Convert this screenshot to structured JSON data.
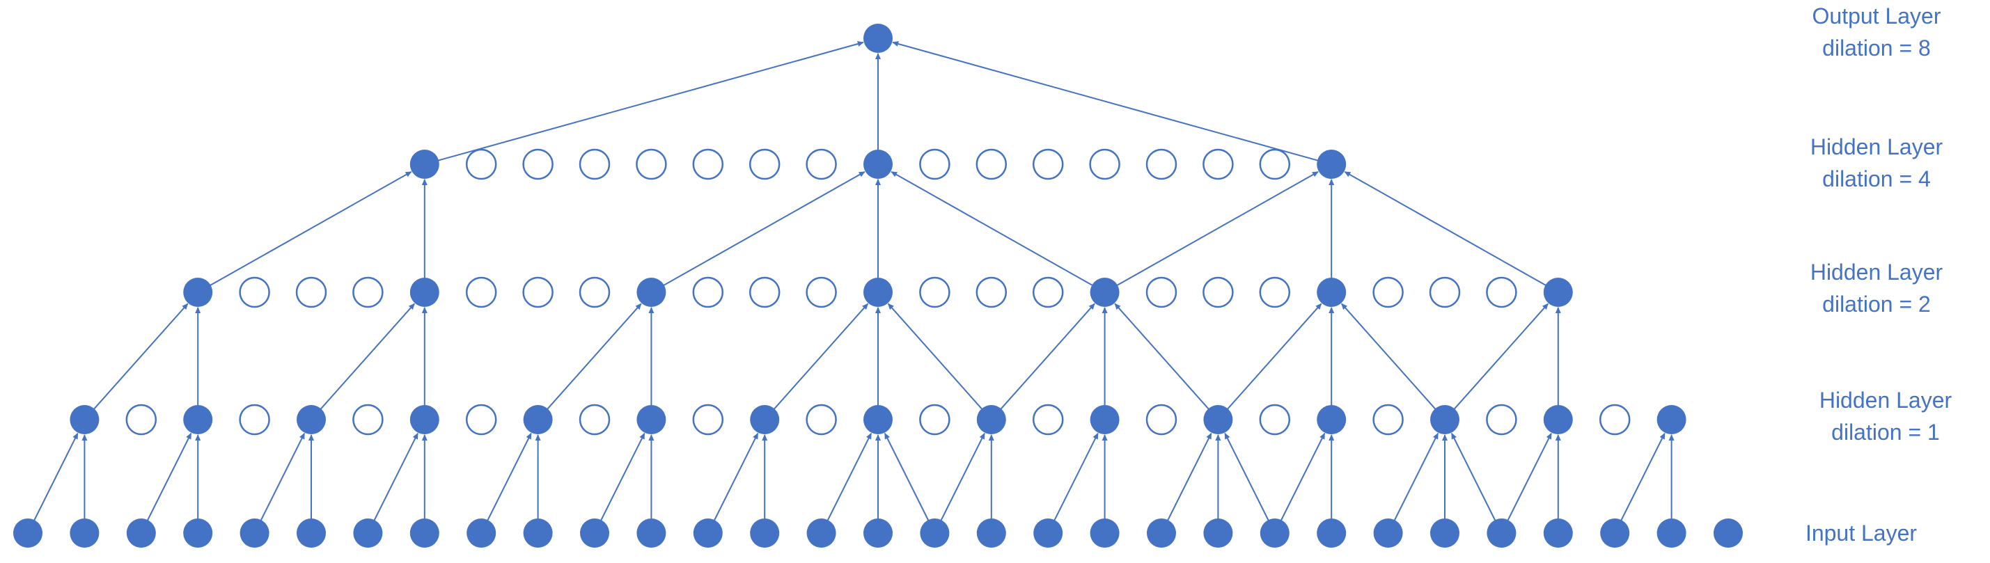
{
  "colors": {
    "node_active": "#4472c4",
    "node_inactive_stroke": "#4472c4",
    "node_inactive_fill": "#ffffff",
    "edge": "#4472c4",
    "label": "#4472c4"
  },
  "layers": [
    {
      "id": "output",
      "label_line1": "Output Layer",
      "label_line2": "dilation = 8",
      "dilation": 8
    },
    {
      "id": "hidden4",
      "label_line1": "Hidden Layer",
      "label_line2": "dilation = 4",
      "dilation": 4
    },
    {
      "id": "hidden2",
      "label_line1": "Hidden Layer",
      "label_line2": "dilation = 2",
      "dilation": 2
    },
    {
      "id": "hidden1",
      "label_line1": "Hidden Layer",
      "label_line2": "dilation = 1",
      "dilation": 1
    },
    {
      "id": "input",
      "label_line1": "Input Layer",
      "label_line2": ""
    }
  ],
  "input_node_count": 31,
  "active_node_indices": {
    "input": [
      0,
      1,
      2,
      3,
      4,
      5,
      6,
      7,
      8,
      9,
      10,
      11,
      12,
      13,
      14,
      15,
      16,
      17,
      18,
      19,
      20,
      21,
      22,
      23,
      24,
      25,
      26,
      27,
      28,
      29,
      30
    ],
    "hidden1": [
      1,
      3,
      5,
      7,
      9,
      11,
      13,
      15,
      17,
      19,
      21,
      23,
      25,
      27,
      29
    ],
    "hidden2": [
      3,
      7,
      11,
      15,
      19,
      23,
      27
    ],
    "hidden4": [
      7,
      15,
      23
    ],
    "output": [
      15
    ]
  }
}
